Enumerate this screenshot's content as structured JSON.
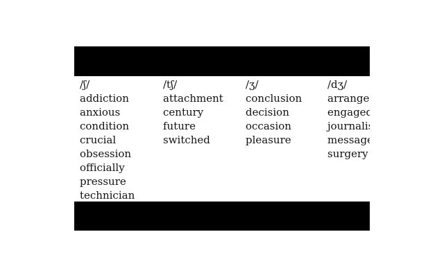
{
  "columns": [
    {
      "header": "/ʃ/",
      "words": [
        "addiction",
        "anxious",
        "condition",
        "crucial",
        "obsession",
        "officially",
        "pressure",
        "technician"
      ]
    },
    {
      "header": "/tʃ/",
      "words": [
        "attachment",
        "century",
        "future",
        "switched"
      ]
    },
    {
      "header": "/ʒ/",
      "words": [
        "conclusion",
        "decision",
        "occasion",
        "pleasure"
      ]
    },
    {
      "header": "/dʒ/",
      "words": [
        "arranged",
        "engaged",
        "journalist",
        "message",
        "surgery"
      ]
    }
  ]
}
